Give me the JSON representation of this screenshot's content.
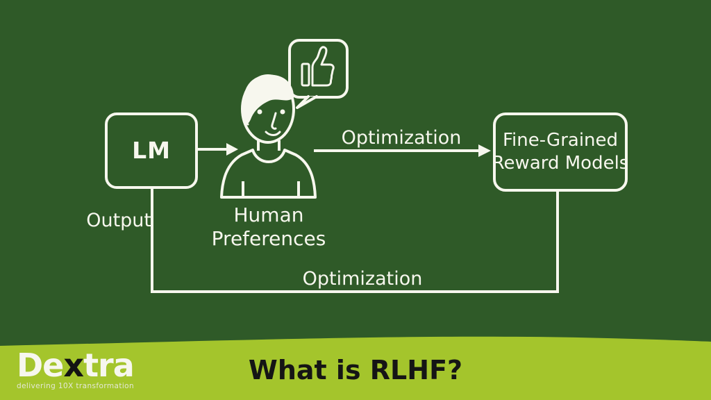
{
  "colors": {
    "background": "#2f5a28",
    "banner": "#a4c52c",
    "stroke": "#f7f7ee",
    "title_text": "#151515",
    "logo_x": "#131313",
    "tagline_text": "#e4e8d6"
  },
  "diagram": {
    "lm_box": {
      "label": "LM"
    },
    "human_figure": {
      "caption_line1": "Human",
      "caption_line2": "Preferences"
    },
    "reward_box": {
      "label_line1": "Fine-Grained",
      "label_line2": "Reward Models"
    },
    "top_arrow_label": "Optimization",
    "bottom_arrow_label": "Optimization",
    "output_label": "Output"
  },
  "footer": {
    "title": "What is RLHF?",
    "logo": {
      "part_de": "De",
      "part_x": "x",
      "part_tra": "tra",
      "tagline": "delivering 10X transformation"
    }
  }
}
